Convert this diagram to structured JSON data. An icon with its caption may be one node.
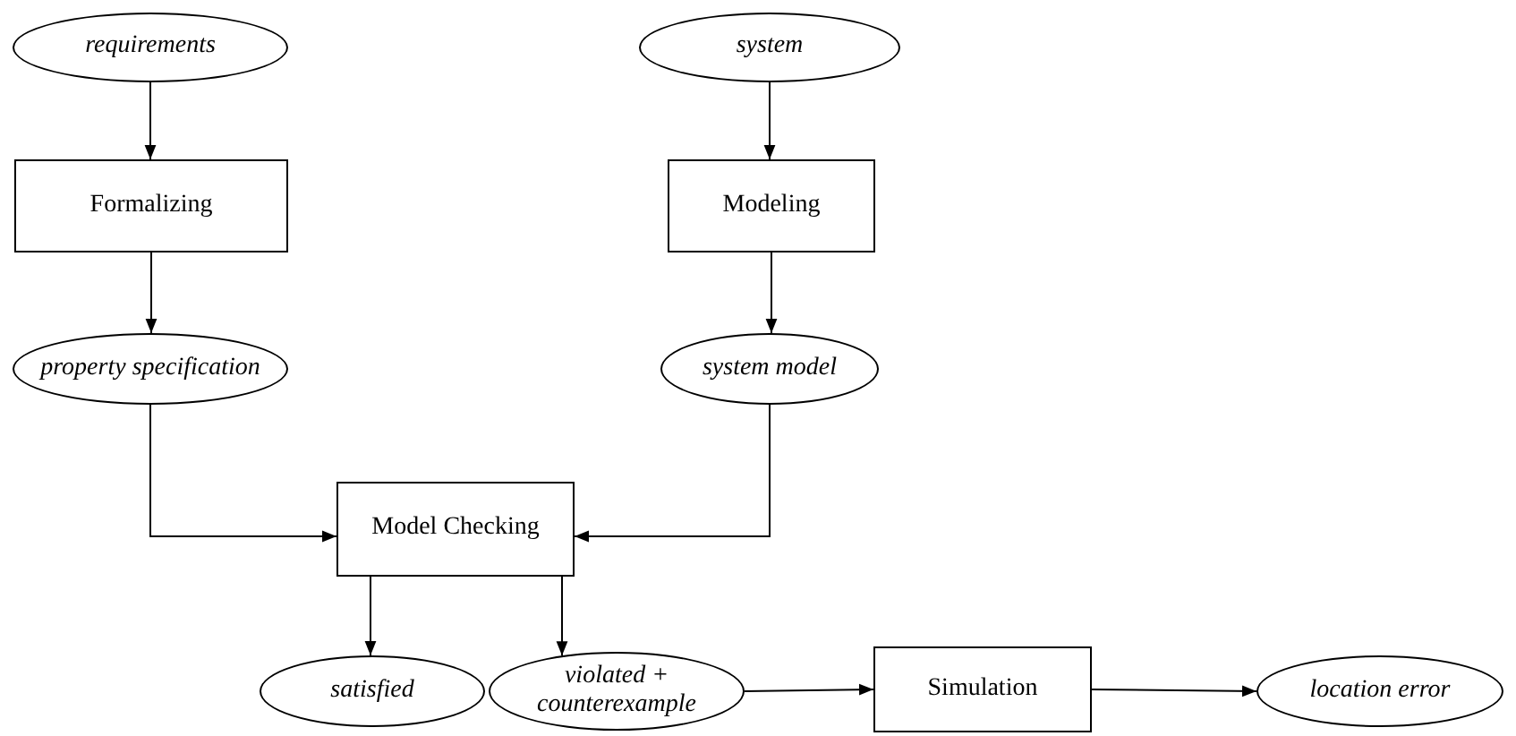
{
  "diagram": {
    "nodes": [
      {
        "text": [
          "requirements"
        ]
      },
      {
        "text": [
          "system"
        ]
      },
      {
        "text": [
          "Formalizing"
        ]
      },
      {
        "text": [
          "Modeling"
        ]
      },
      {
        "text": [
          "property specification"
        ]
      },
      {
        "text": [
          "system model"
        ]
      },
      {
        "text": [
          "Model Checking"
        ]
      },
      {
        "text": [
          "satisfied"
        ]
      },
      {
        "text": [
          "violated + counterexample"
        ]
      },
      {
        "text": [
          "Simulation"
        ]
      },
      {
        "text": [
          "location error"
        ]
      }
    ],
    "edges": [
      {
        "from": 0,
        "to": 2,
        "arrow": "to"
      },
      {
        "from": 1,
        "to": 3,
        "arrow": "to"
      },
      {
        "from": 2,
        "to": 4,
        "arrow": "to"
      },
      {
        "from": 3,
        "to": 5,
        "arrow": "to"
      },
      {
        "from": 4,
        "to": 6,
        "arrow": "to"
      },
      {
        "from": 5,
        "to": 6,
        "arrow": "to"
      },
      {
        "from": 6,
        "to": 7,
        "arrow": "to"
      },
      {
        "from": 6,
        "to": 8,
        "arrow": "to"
      },
      {
        "from": 8,
        "to": 9,
        "arrow": "to"
      },
      {
        "from": 9,
        "to": 10,
        "arrow": "to"
      }
    ]
  }
}
